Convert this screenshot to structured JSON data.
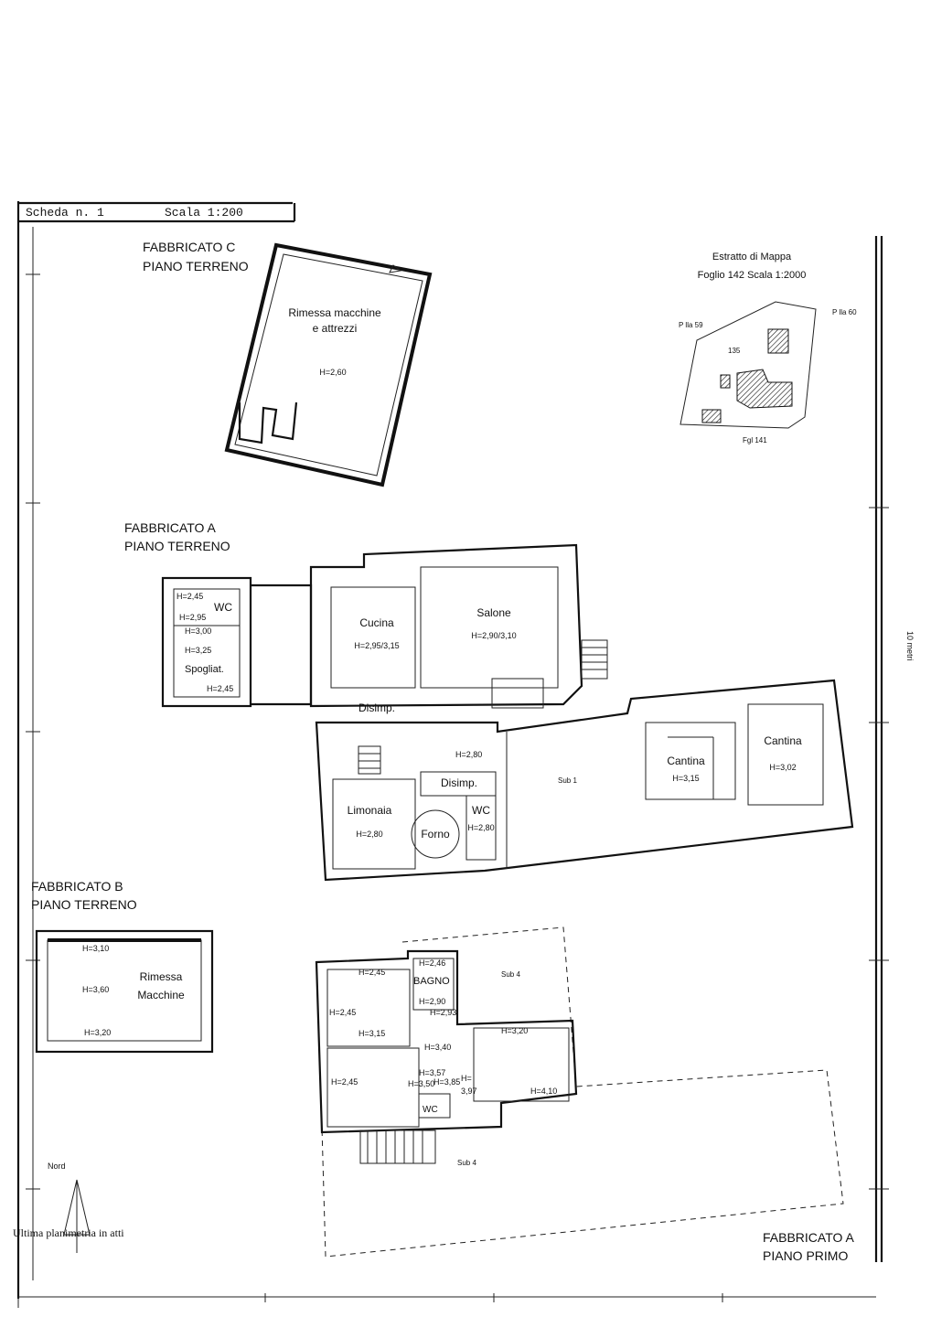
{
  "header": {
    "scheda": "Scheda n. 1",
    "scala": "Scala 1:200"
  },
  "fabbricato_c": {
    "title": "FABBRICATO C",
    "subtitle": "PIANO TERRENO",
    "room_line1": "Rimessa macchine",
    "room_line2": "e attrezzi",
    "height": "H=2,60"
  },
  "mappa": {
    "title": "Estratto di Mappa",
    "subtitle": "Foglio 142 Scala 1:2000",
    "plla_59": "P lla 59",
    "plla_60": "P lla 60",
    "parcel": "135",
    "foglio_141": "Fgl 141"
  },
  "fabbricato_a_terreno": {
    "title": "FABBRICATO A",
    "subtitle": "PIANO TERRENO",
    "wc": "WC",
    "spogliat": "Spogliat.",
    "h_245a": "H=2,45",
    "h_295": "H=2,95",
    "h_300": "H=3,00",
    "h_325": "H=3,25",
    "h_245b": "H=2,45",
    "cucina": "Cucina",
    "cucina_h": "H=2,95/3,15",
    "salone": "Salone",
    "salone_h": "H=2,90/3,10",
    "disimp1": "Disimp.",
    "disimp2": "Disimp.",
    "h_280a": "H=2,80",
    "limonaia": "Limonaia",
    "limonaia_h": "H=2,80",
    "forno": "Forno",
    "wc2": "WC",
    "wc2_h": "H=2,80",
    "sub1": "Sub 1",
    "cantina1": "Cantina",
    "cantina1_h": "H=3,15",
    "cantina2": "Cantina",
    "cantina2_h": "H=3,02"
  },
  "fabbricato_b": {
    "title": "FABBRICATO B",
    "subtitle": "PIANO TERRENO",
    "h_310": "H=3,10",
    "h_360": "H=3,60",
    "room_line1": "Rimessa",
    "room_line2": "Macchine",
    "h_320": "H=3,20"
  },
  "fabbricato_a_primo": {
    "title": "FABBRICATO A",
    "subtitle": "PIANO PRIMO",
    "h_245a": "H=2,45",
    "h_246": "H=2,46",
    "bagno": "BAGNO",
    "sub4a": "Sub 4",
    "h_245b": "H=2,45",
    "h_290": "H=2,90",
    "h_293": "H=2,93",
    "h_315": "H=3,15",
    "h_340": "H=3,40",
    "h_320": "H=3,20",
    "h_245c": "H=2,45",
    "h_350": "H=3,50",
    "h_357": "H=3,57",
    "h_385": "H=3,85",
    "h_h": "H=",
    "h_397": "3,97",
    "h_410": "H=4,10",
    "wc": "WC",
    "sub4b": "Sub 4"
  },
  "footer": {
    "nord": "Nord",
    "ultima": "Ultima planimetria in atti"
  },
  "margin_note": "10 metri"
}
